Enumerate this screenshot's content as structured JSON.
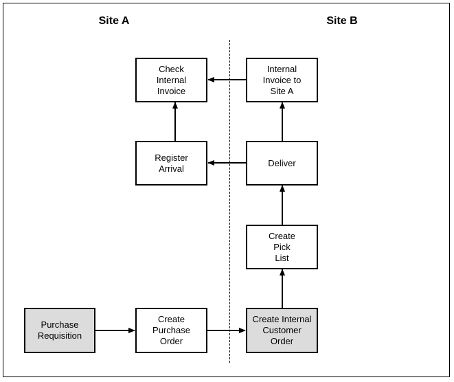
{
  "sites": {
    "a": "Site A",
    "b": "Site B"
  },
  "boxes": {
    "check_internal_invoice": "Check\nInternal\nInvoice",
    "internal_invoice_to_site_a": "Internal\nInvoice to\nSite A",
    "register_arrival": "Register\nArrival",
    "deliver": "Deliver",
    "create_pick_list": "Create\nPick\nList",
    "purchase_requisition": "Purchase\nRequisition",
    "create_purchase_order": "Create\nPurchase\nOrder",
    "create_internal_customer_order": "Create Internal\nCustomer\nOrder"
  },
  "colors": {
    "shaded_fill": "#dcdcdc",
    "line": "#000000"
  }
}
